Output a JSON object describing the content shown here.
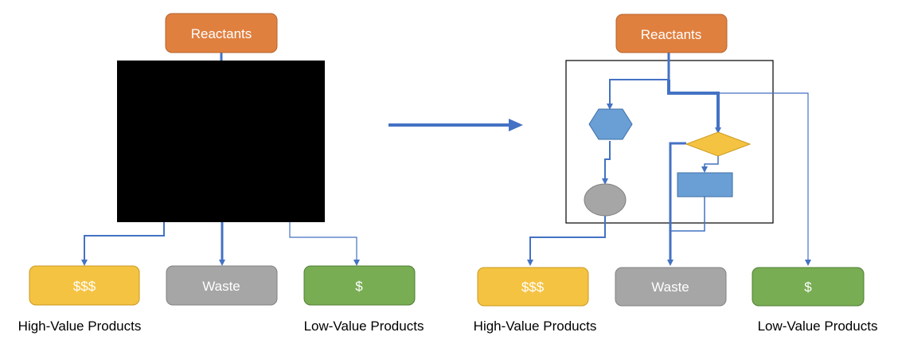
{
  "colors": {
    "reactants": "#E0803F",
    "reactants_border": "#B5652E",
    "high_value": "#F5C342",
    "high_value_border": "#C99A1F",
    "waste": "#A6A6A6",
    "waste_border": "#828282",
    "low_value": "#78AD53",
    "low_value_border": "#507E35",
    "flow": "#4472C4",
    "hexagon": "#6A9FD6",
    "decision": "#F5C342",
    "process": "#6A9FD6",
    "ellipse": "#A6A6A6",
    "black_box": "#000000"
  },
  "left": {
    "reactants": "Reactants",
    "high_value": "$$$",
    "waste": "Waste",
    "low_value": "$",
    "high_value_caption": "High-Value Products",
    "low_value_caption": "Low-Value Products"
  },
  "right": {
    "reactants": "Reactants",
    "high_value": "$$$",
    "waste": "Waste",
    "low_value": "$",
    "high_value_caption": "High-Value Products",
    "low_value_caption": "Low-Value Products"
  }
}
